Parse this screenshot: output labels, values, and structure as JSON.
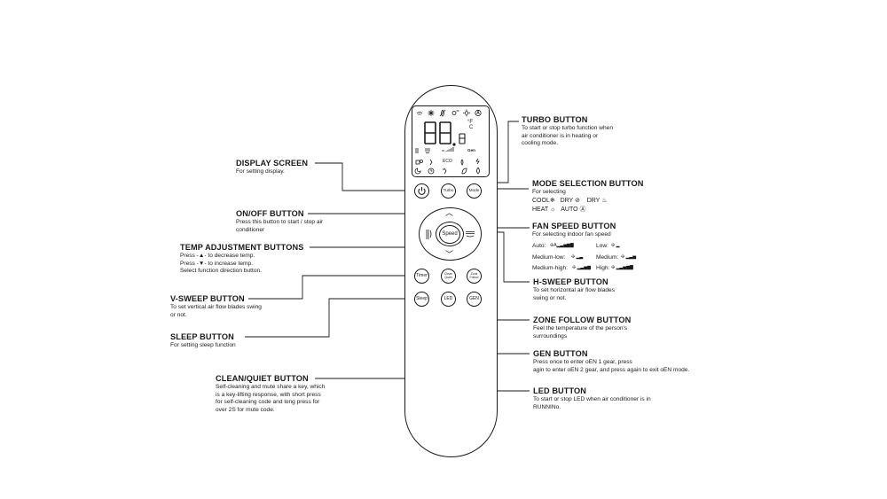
{
  "remote": {
    "buttons": {
      "turbo": "Turbo",
      "mode": "Mode",
      "speed": "Speed",
      "timer": "Timer",
      "clean_quiet": "Clean\nQuiet",
      "zone_follow": "Zone\nFollow",
      "sleep": "Sleep",
      "led": "LED",
      "gen": "GEN"
    },
    "lcd": {
      "digits": "88",
      "unit_top": "°F",
      "unit_bottom": "C",
      "small_digit": "8",
      "eco": "ECO",
      "gen": "Gen"
    }
  },
  "labels": {
    "turbo": {
      "title": "TURBO BUTTON",
      "desc": "To start or stop turbo function when\nair conditioner is in heating or\ncooling mode."
    },
    "display": {
      "title": "DISPLAY SCREEN",
      "desc": "For setting display."
    },
    "mode": {
      "title": "MODE SELECTION BUTTON",
      "desc": "For selecting",
      "modes": [
        "COOL",
        "DRY",
        "DRY",
        "HEAT",
        "AUTO"
      ]
    },
    "onoff": {
      "title": "ON/OFF BUTTON",
      "desc": "Press this button to start / stop air\nconditioner"
    },
    "fan": {
      "title": "FAN SPEED BUTTON",
      "desc": "For selecting indoor fan speed",
      "speeds": [
        "Auto:",
        "Low:",
        "Medium-low:",
        "Medium:",
        "Medium-high:",
        "High:"
      ]
    },
    "temp": {
      "title": "TEMP ADJUSTMENT BUTTONS",
      "desc": "Press -▲- to decrease temp.\nPress -▼- to increase temp.\nSelect function direction button."
    },
    "hsweep": {
      "title": "H-SWEEP BUTTON",
      "desc": "To set horizontal air flow blades\nswing or not."
    },
    "vsweep": {
      "title": "V-SWEEP BUTTON",
      "desc": "To set vertical air flow blades swing\nor not."
    },
    "zone": {
      "title": "ZONE FOLLOW BUTTON",
      "desc": "Feel the temperature of the person's\nsurroundings"
    },
    "sleep": {
      "title": "SLEEP BUTTON",
      "desc": "For setting sleep function"
    },
    "gen": {
      "title": "GEN BUTTON",
      "desc": "Press once to enter oEN 1 gear, press\nagin to enter oEN 2 gear, and press again to exit oEN mode."
    },
    "clean": {
      "title": "CLEAN/QUIET BUTTON",
      "desc": "Self-cleaning and mute share a key, which\nis a key-lifting response, with short press\nfor self-cleaning code and long press for\nover 2S for mute code."
    },
    "led": {
      "title": "LED BUTTON",
      "desc": "To start or stop LED when air conditioner is in\nRUNNINo."
    }
  }
}
